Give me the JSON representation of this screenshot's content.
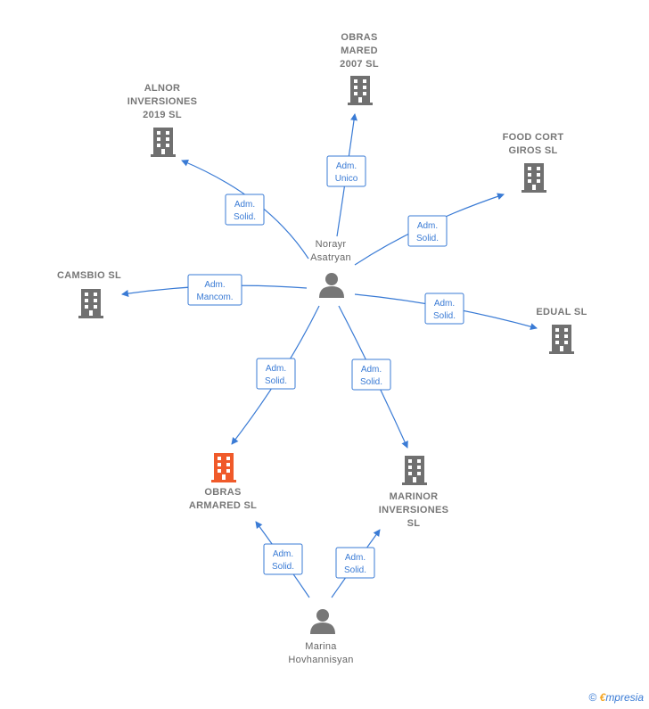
{
  "companies": {
    "obras_mared": "OBRAS\nMARED\n2007  SL",
    "alnor": "ALNOR\nINVERSIONES\n2019  SL",
    "food_cort": "FOOD CORT\nGIROS  SL",
    "camsbio": "CAMSBIO  SL",
    "edual": "EDUAL SL",
    "obras_armared": "OBRAS\nARMARED  SL",
    "marinor": "MARINOR\nINVERSIONES\nSL"
  },
  "people": {
    "norayr": "Norayr\nAsatryan",
    "marina": "Marina\nHovhannisyan"
  },
  "edges": {
    "e_mared": [
      "Adm.",
      "Unico"
    ],
    "e_alnor": [
      "Adm.",
      "Solid."
    ],
    "e_food": [
      "Adm.",
      "Solid."
    ],
    "e_camsbio": [
      "Adm.",
      "Mancom."
    ],
    "e_edual": [
      "Adm.",
      "Solid."
    ],
    "e_armared_n": [
      "Adm.",
      "Solid."
    ],
    "e_marinor_n": [
      "Adm.",
      "Solid."
    ],
    "e_armared_m": [
      "Adm.",
      "Solid."
    ],
    "e_marinor_m": [
      "Adm.",
      "Solid."
    ]
  },
  "colors": {
    "edge": "#3a7bd5",
    "building": "#707070",
    "building_highlight": "#f05a2a",
    "person": "#777777"
  },
  "icons": {
    "building": "building-icon",
    "person": "person-icon"
  },
  "footer": {
    "copyright": "©",
    "brand_first": "€",
    "brand_rest": "mpresia"
  }
}
